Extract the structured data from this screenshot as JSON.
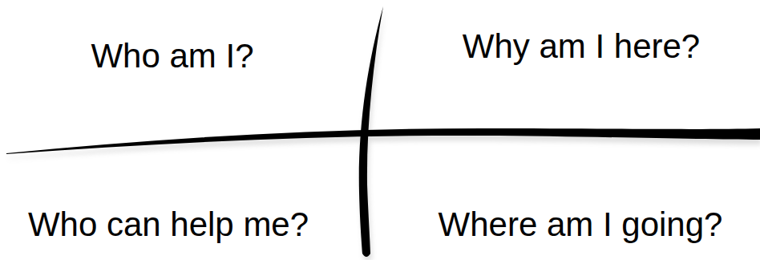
{
  "diagram": {
    "labels": [
      "Who am I?",
      "Why am I here?",
      "Who can help me?",
      "Where am I going?"
    ]
  }
}
